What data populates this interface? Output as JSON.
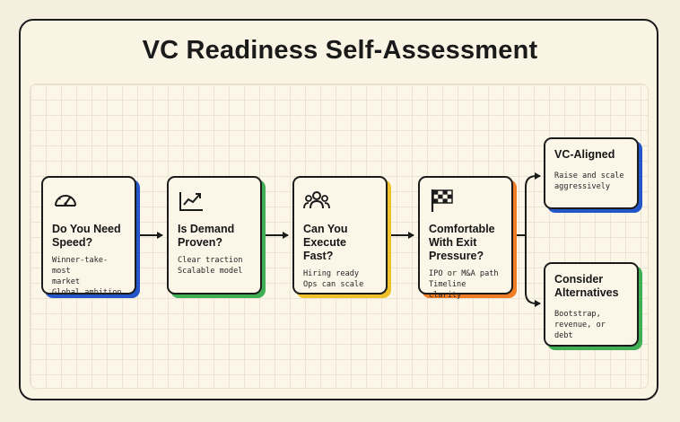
{
  "title": "VC Readiness Self-Assessment",
  "steps": [
    {
      "icon": "speedometer-icon",
      "title_lines": [
        "Do You Need",
        "Speed?"
      ],
      "lines": [
        "Winner-take-most",
        "market",
        "Global ambition"
      ],
      "accent": "#2556c9"
    },
    {
      "icon": "trend-chart-icon",
      "title_lines": [
        "Is Demand",
        "Proven?"
      ],
      "lines": [
        "Clear traction",
        "Scalable model"
      ],
      "accent": "#3fae54"
    },
    {
      "icon": "team-icon",
      "title_lines": [
        "Can You",
        "Execute Fast?"
      ],
      "lines": [
        "Hiring ready",
        "Ops can scale"
      ],
      "accent": "#efc12a"
    },
    {
      "icon": "checkered-flag-icon",
      "title_lines": [
        "Comfortable",
        "With Exit",
        "Pressure?"
      ],
      "lines": [
        "IPO or M&A path",
        "Timeline clarity"
      ],
      "accent": "#f07c25"
    }
  ],
  "outcomes": [
    {
      "title_lines": [
        "VC-Aligned"
      ],
      "lines": [
        "Raise and scale",
        "aggressively"
      ],
      "accent": "#2556c9"
    },
    {
      "title_lines": [
        "Consider",
        "Alternatives"
      ],
      "lines": [
        "Bootstrap,",
        "revenue, or debt"
      ],
      "accent": "#3fae54"
    }
  ]
}
